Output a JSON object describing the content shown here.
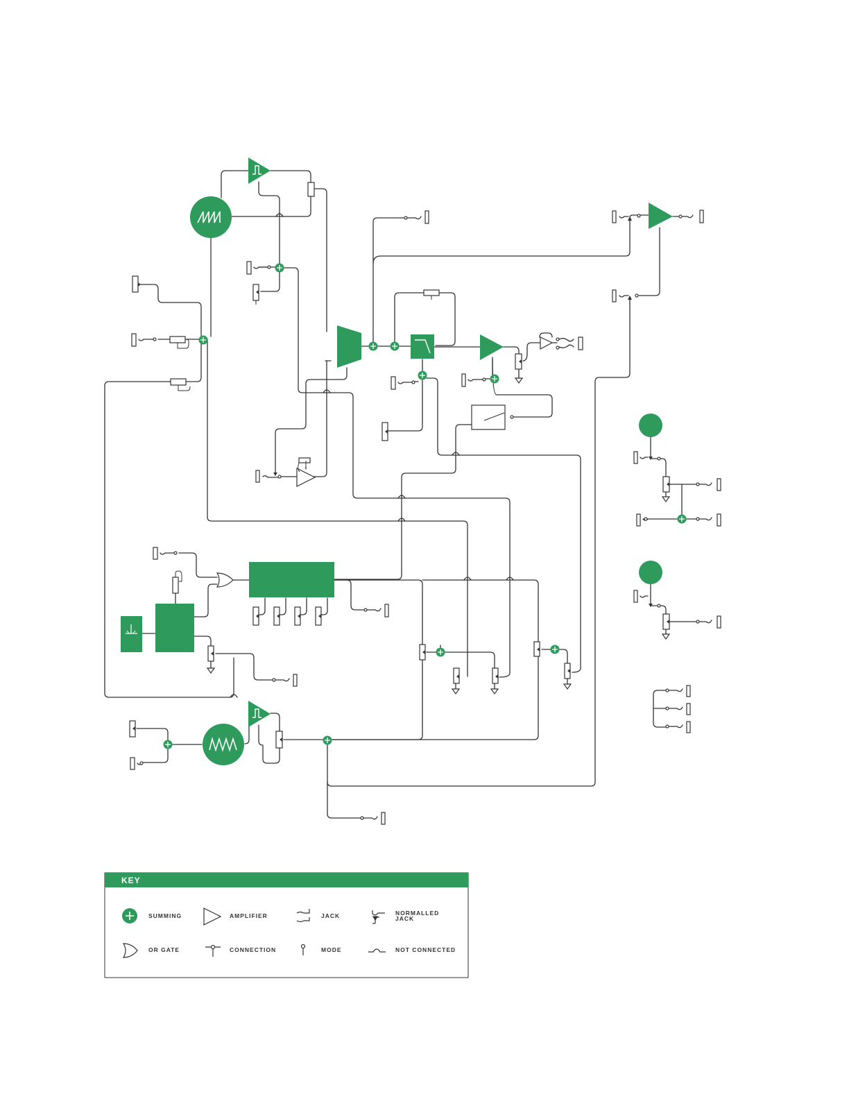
{
  "key": {
    "title": "KEY",
    "items": [
      {
        "label": "SUMMING",
        "icon": "summing-icon"
      },
      {
        "label": "AMPLIFIER",
        "icon": "amplifier-icon"
      },
      {
        "label": "JACK",
        "icon": "jack-icon"
      },
      {
        "label": "NORMALLED",
        "label2": "JACK",
        "icon": "normalled-jack-icon"
      },
      {
        "label": "OR GATE",
        "icon": "or-gate-icon"
      },
      {
        "label": "CONNECTION",
        "icon": "connection-icon"
      },
      {
        "label": "MODE",
        "icon": "mode-icon"
      },
      {
        "label": "NOT CONNECTED",
        "icon": "not-connected-icon"
      }
    ]
  },
  "colors": {
    "accent": "#2e9a5c",
    "line": "#333333"
  }
}
